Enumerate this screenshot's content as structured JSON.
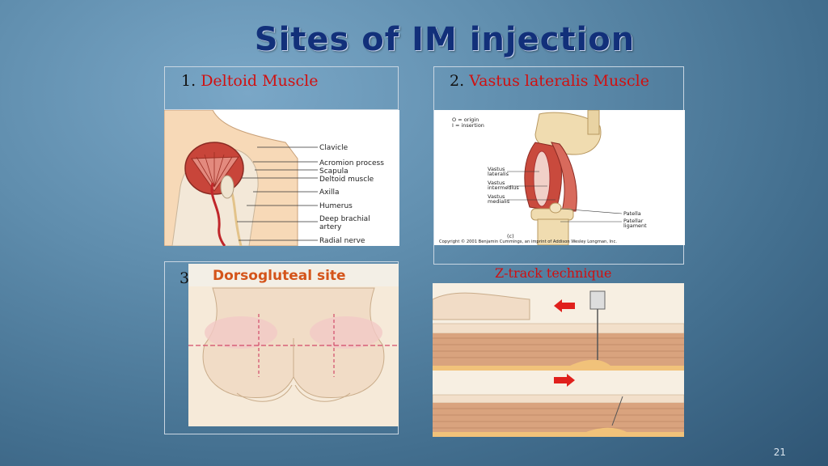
{
  "slide": {
    "title": "Sites of IM injection",
    "page_number": "21"
  },
  "site1": {
    "number": "1.",
    "name": "Deltoid Muscle",
    "labels": [
      "Clavicle",
      "Acromion process",
      "Scapula",
      "Deltoid muscle",
      "Axilla",
      "Humerus",
      "Deep brachial",
      "artery",
      "Radial nerve"
    ]
  },
  "site2": {
    "number": "2.",
    "name": "Vastus lateralis Muscle",
    "legend_origin": "O = origin",
    "legend_insertion": "I = insertion",
    "labels": [
      "Vastus",
      "lateralis",
      "Vastus",
      "intermedius",
      "Vastus",
      "medialis",
      "Patella",
      "Patellar",
      "ligament"
    ],
    "panel": "(c)",
    "copyright": "Copyright © 2001 Benjamin Cummings, an imprint of Addison Wesley Longman, Inc."
  },
  "site3": {
    "number": "3",
    "name": "Dorsogluteal site"
  },
  "ztrack": {
    "title": "Z-track technique"
  }
}
